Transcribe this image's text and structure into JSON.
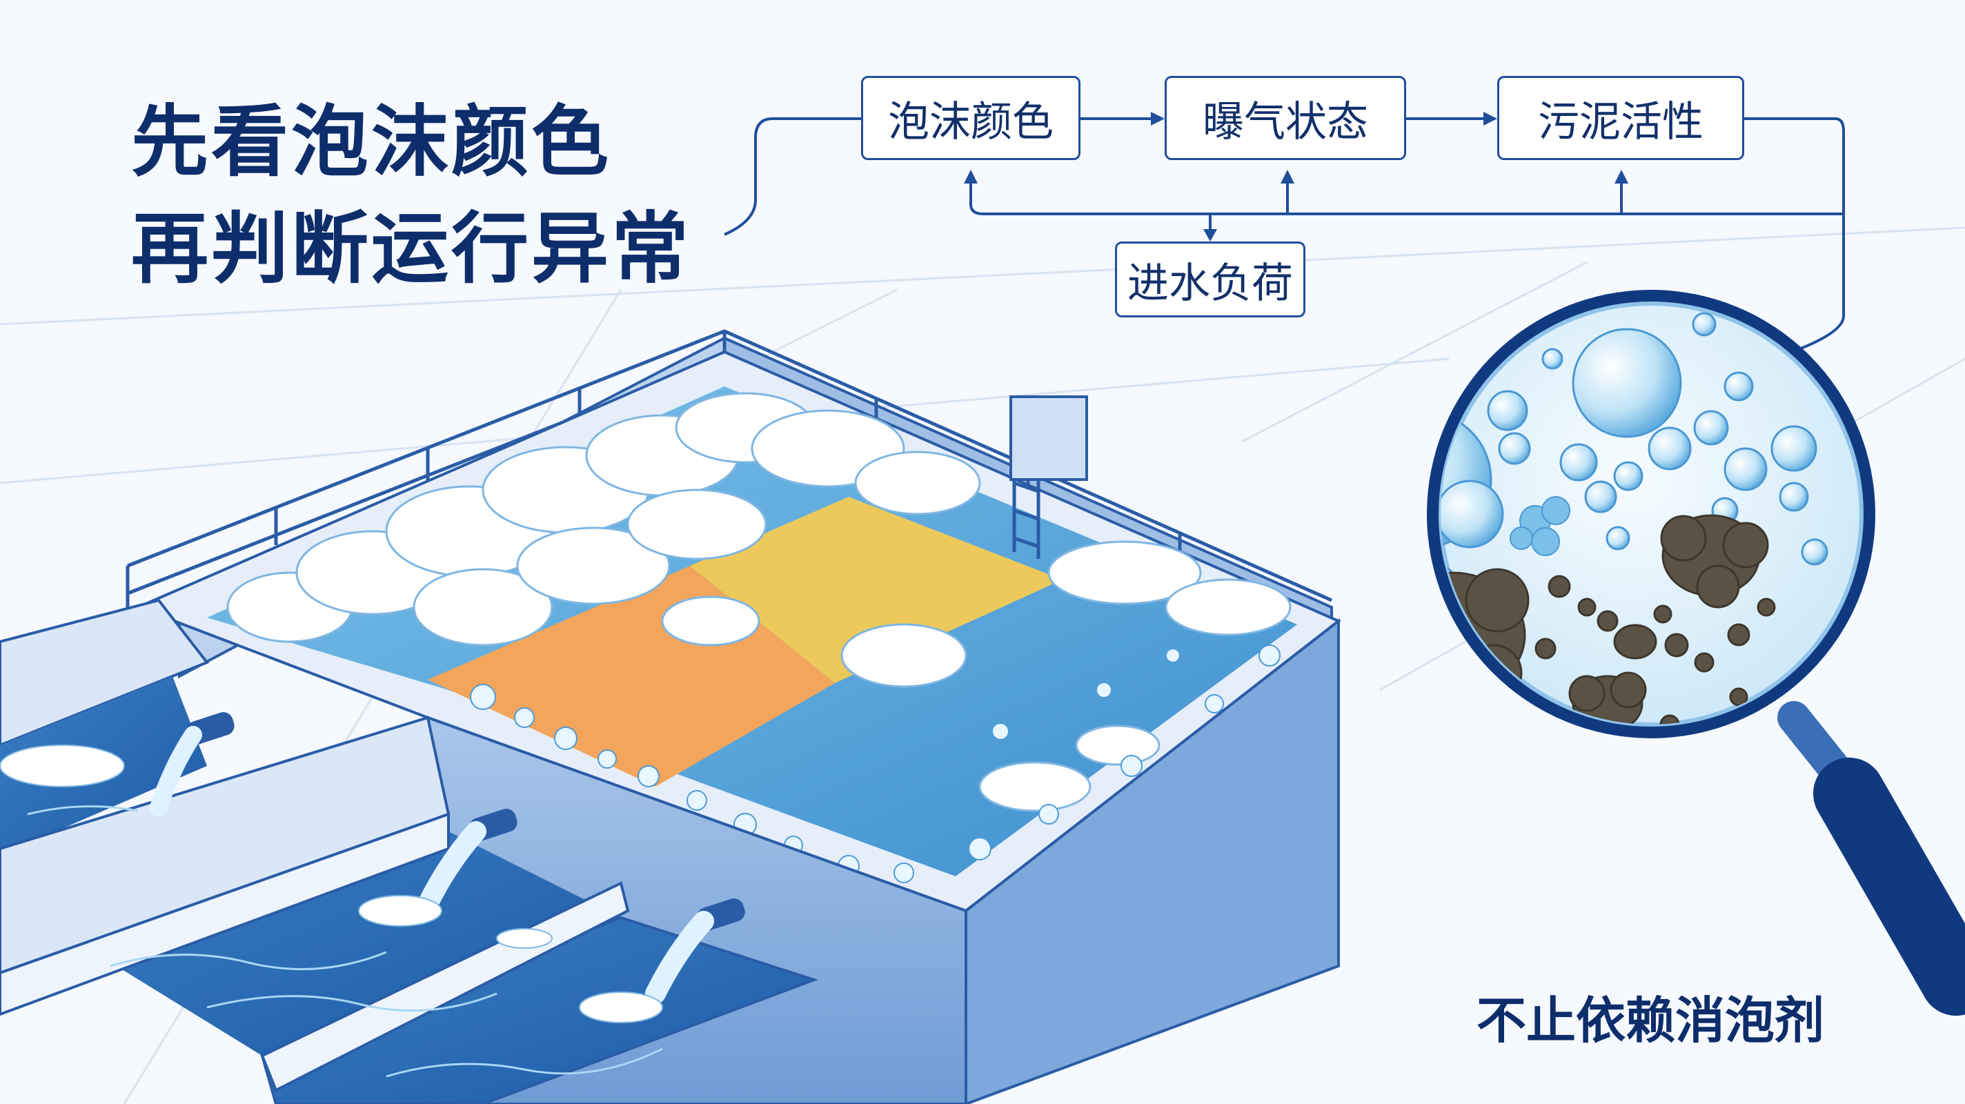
{
  "title": {
    "line1": "先看泡沫颜色",
    "line2": "再判断运行异常"
  },
  "flow": {
    "foam_color": "泡沫颜色",
    "aeration": "曝气状态",
    "sludge_activity": "污泥活性",
    "influent_load": "进水负荷"
  },
  "note": "不止依赖消泡剂",
  "icons": [
    "magnifier-icon",
    "foam-bubble-icon",
    "sludge-floc-icon",
    "outlet-pipe-icon",
    "ladder-icon",
    "railing-icon"
  ],
  "colors": {
    "accent": "#0d2d6b",
    "box_border": "#1f4f9a",
    "foam_white": "#ffffff",
    "foam_orange": "#f3a55b",
    "foam_yellow": "#ecc95a",
    "water_blue": "#5fb0e0",
    "sludge_brown": "#5a5245"
  }
}
